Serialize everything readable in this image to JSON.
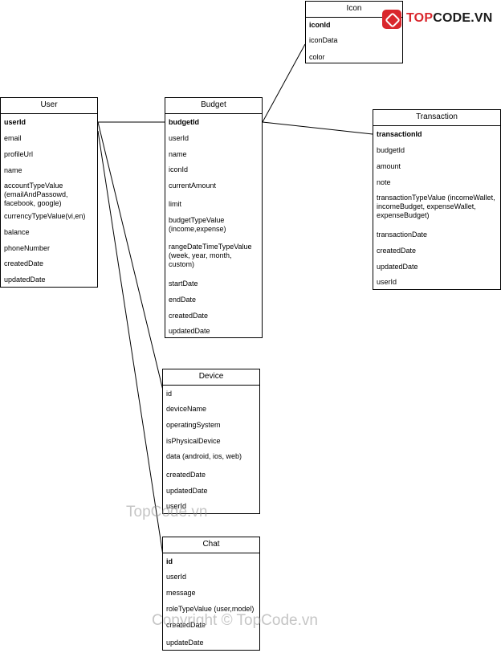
{
  "colors": {
    "line": "#000000",
    "background": "#ffffff",
    "logo_accent": "#d9262c",
    "watermark": "#969696"
  },
  "logo": {
    "icon": "topcode-logo-icon",
    "text_accent": "TOP",
    "text_dark": "CODE.VN"
  },
  "watermarks": {
    "site": "TopCode.vn",
    "copyright": "Copyright © TopCode.vn"
  },
  "entities": {
    "icon": {
      "title": "Icon",
      "fields": [
        "iconId",
        "iconData",
        "color"
      ]
    },
    "user": {
      "title": "User",
      "fields": [
        "userId",
        "email",
        "profileUrl",
        "name",
        "accountTypeValue\n(emailAndPassowd,\nfacebook, google)",
        "currencyTypeValue(vi,en)",
        "balance",
        "phoneNumber",
        "createdDate",
        "updatedDate"
      ]
    },
    "budget": {
      "title": "Budget",
      "fields": [
        "budgetId",
        "userId",
        "name",
        "iconId",
        "currentAmount",
        "limit",
        "budgetTypeValue\n(income,expense)",
        "rangeDateTimeTypeValue\n(week, year, month,\ncustom)",
        "startDate",
        "endDate",
        "createdDate",
        "updatedDate"
      ]
    },
    "transaction": {
      "title": "Transaction",
      "fields": [
        "transactionId",
        "budgetId",
        "amount",
        "note",
        "transactionTypeValue (incomeWallet,\nincomeBudget, expenseWallet,\nexpenseBudget)",
        "transactionDate",
        "createdDate",
        "updatedDate",
        "userId"
      ]
    },
    "device": {
      "title": "Device",
      "fields": [
        "id",
        "deviceName",
        "operatingSystem",
        "isPhysicalDevice",
        "data (android, ios, web)",
        "createdDate",
        "updatedDate",
        "userId"
      ]
    },
    "chat": {
      "title": "Chat",
      "fields": [
        "id",
        "userId",
        "message",
        "roleTypeValue (user,model)",
        "createdDate",
        "updateDate"
      ]
    }
  }
}
